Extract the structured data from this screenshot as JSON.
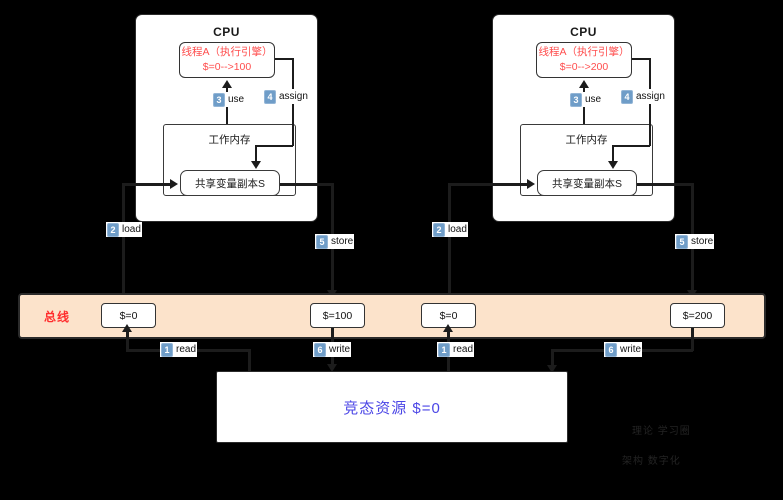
{
  "diagram": {
    "title": "JMM thread working-memory / bus / race-resource diagram",
    "colors": {
      "bus_fill": "#fce3cb",
      "bus_label": "#ff2d2d",
      "thread_text": "#ff4d4d",
      "resource_text": "#4b46e6",
      "badge": "#6f9dc8",
      "line": "#1c1c1c"
    }
  },
  "cpus": [
    {
      "id": "cpu-left",
      "title": "CPU",
      "thread": {
        "name": "线程A（执行引擎）",
        "value": "$=0-->100"
      },
      "working_memory": {
        "title": "工作内存",
        "copy": "共享变量副本S"
      },
      "steps": {
        "use": {
          "num": "3",
          "label": "use"
        },
        "assign": {
          "num": "4",
          "label": "assign"
        },
        "load": {
          "num": "2",
          "label": "load"
        },
        "store": {
          "num": "5",
          "label": "store"
        }
      }
    },
    {
      "id": "cpu-right",
      "title": "CPU",
      "thread": {
        "name": "线程A（执行引擎）",
        "value": "$=0-->200"
      },
      "working_memory": {
        "title": "工作内存",
        "copy": "共享变量副本S"
      },
      "steps": {
        "use": {
          "num": "3",
          "label": "use"
        },
        "assign": {
          "num": "4",
          "label": "assign"
        },
        "load": {
          "num": "2",
          "label": "load"
        },
        "store": {
          "num": "5",
          "label": "store"
        }
      }
    }
  ],
  "bus": {
    "label": "总线",
    "values": [
      {
        "id": "bus-val-1",
        "text": "$=0"
      },
      {
        "id": "bus-val-2",
        "text": "$=100"
      },
      {
        "id": "bus-val-3",
        "text": "$=0"
      },
      {
        "id": "bus-val-4",
        "text": "$=200"
      }
    ],
    "steps": [
      {
        "id": "read-left",
        "num": "1",
        "label": "read"
      },
      {
        "id": "write-left",
        "num": "6",
        "label": "write"
      },
      {
        "id": "read-right",
        "num": "1",
        "label": "read"
      },
      {
        "id": "write-right",
        "num": "6",
        "label": "write"
      }
    ]
  },
  "resource": {
    "text": "竞态资源 $=0"
  },
  "watermark": {
    "line1": "理论 学习圈",
    "line2": "架构 数字化"
  }
}
